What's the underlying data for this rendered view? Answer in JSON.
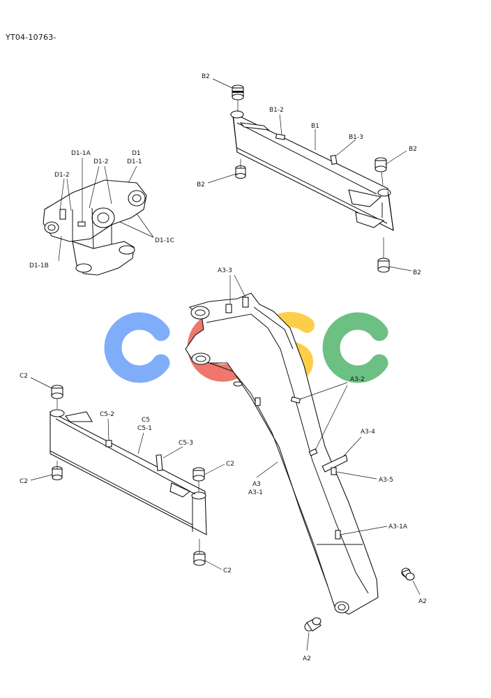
{
  "document": {
    "id": "YT04-10763-"
  },
  "watermark": {
    "letters": [
      "C",
      "G",
      "S",
      "C"
    ],
    "colors": [
      "#4e8ef7",
      "#ea4335",
      "#fbbc05",
      "#34a853"
    ]
  },
  "callouts": {
    "B2": "B2",
    "B1_2": "B1-2",
    "B1": "B1",
    "B1_3": "B1-3",
    "D1": "D1",
    "D1_1": "D1-1",
    "D1_1A": "D1-1A",
    "D1_2": "D1-2",
    "D1_1B": "D1-1B",
    "D1_1C": "D1-1C",
    "A3_3": "A3-3",
    "A3_2": "A3-2",
    "A3_4": "A3-4",
    "A3_5": "A3-5",
    "A3": "A3",
    "A3_1": "A3-1",
    "A3_1A": "A3-1A",
    "A2": "A2",
    "C2": "C2",
    "C5_2": "C5-2",
    "C5": "C5",
    "C5_1": "C5-1",
    "C5_3": "C5-3"
  }
}
